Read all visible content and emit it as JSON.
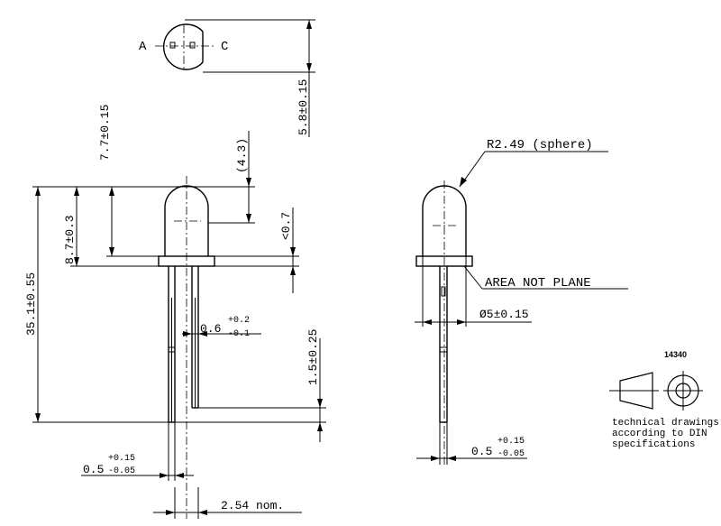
{
  "top_view": {
    "anode_label": "A",
    "cathode_label": "C",
    "height_dim": "5.8±0.15"
  },
  "side_view": {
    "dim_total_height": "35.1±0.55",
    "dim_body_height": "8.7±0.3",
    "dim_dome_height": "7.7±0.15",
    "dim_dome_approx": "(4.3)",
    "dim_flange": "<0.7",
    "dim_lead_width_main": "0.6",
    "dim_lead_width_tol_plus": "+0.2",
    "dim_lead_width_tol_minus": "-0.1",
    "dim_standoff": "1.5±0.25",
    "dim_lead_thick_main": "0.5",
    "dim_lead_thick_tol_plus": "+0.15",
    "dim_lead_thick_tol_minus": "-0.05",
    "dim_pitch": "2.54 nom."
  },
  "front_view": {
    "dim_radius": "R2.49 (sphere)",
    "note_area": "AREA NOT PLANE",
    "dim_diameter": "Ø5±0.15",
    "dim_lead_thick_main": "0.5",
    "dim_lead_thick_tol_plus": "+0.15",
    "dim_lead_thick_tol_minus": "-0.05"
  },
  "stamp": {
    "number": "14340",
    "line1": "technical drawings",
    "line2": "according to DIN",
    "line3": "specifications"
  }
}
